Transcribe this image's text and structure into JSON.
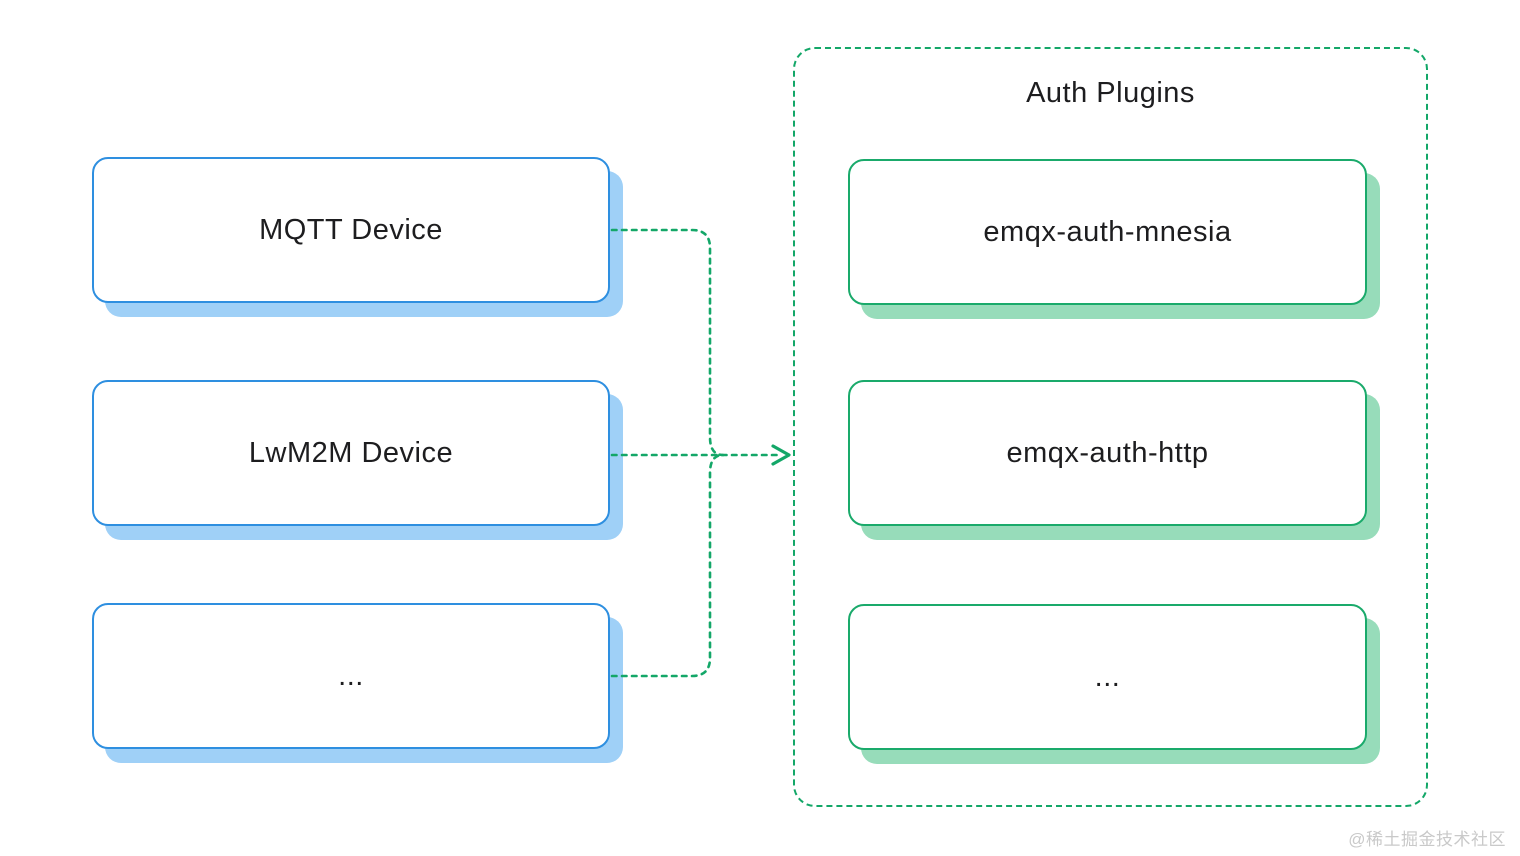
{
  "diagram": {
    "left_nodes": [
      {
        "label": "MQTT Device"
      },
      {
        "label": "LwM2M Device"
      },
      {
        "label": "..."
      }
    ],
    "plugins_group": {
      "title": "Auth Plugins",
      "nodes": [
        {
          "label": "emqx-auth-mnesia"
        },
        {
          "label": "emqx-auth-http"
        },
        {
          "label": "..."
        }
      ]
    },
    "connections": {
      "description": "all left nodes merge into one dashed arrow pointing at Auth Plugins group"
    },
    "watermark": "@稀土掘金技术社区"
  },
  "colors": {
    "blue_border": "#2e8fe0",
    "blue_shadow": "#9fd0f7",
    "green_border": "#1aaa6b",
    "green_shadow": "#97dcba",
    "connector_green": "#13a768",
    "text": "#1d1d1f",
    "watermark": "#c9c9c9",
    "bg": "#ffffff"
  }
}
